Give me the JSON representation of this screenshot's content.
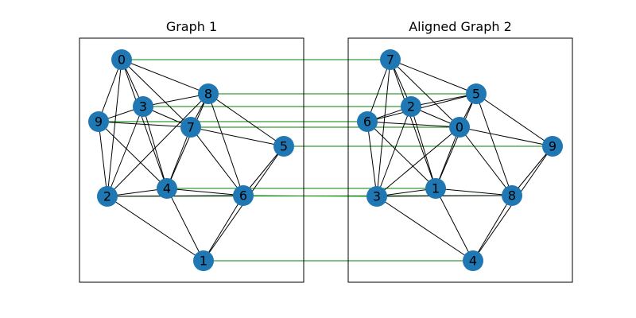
{
  "colors": {
    "node_fill": "#1f77b4",
    "edge": "#000000",
    "alignment": "#008000",
    "frame": "#000000",
    "background": "#ffffff"
  },
  "graphs": [
    {
      "title": "Graph 1",
      "nodes": [
        "0",
        "1",
        "2",
        "3",
        "4",
        "5",
        "6",
        "7",
        "8",
        "9"
      ],
      "edges": [
        [
          "0",
          "9"
        ],
        [
          "0",
          "2"
        ],
        [
          "0",
          "3"
        ],
        [
          "0",
          "7"
        ],
        [
          "0",
          "8"
        ],
        [
          "0",
          "4"
        ],
        [
          "9",
          "3"
        ],
        [
          "9",
          "7"
        ],
        [
          "9",
          "2"
        ],
        [
          "9",
          "4"
        ],
        [
          "3",
          "2"
        ],
        [
          "3",
          "7"
        ],
        [
          "3",
          "4"
        ],
        [
          "3",
          "8"
        ],
        [
          "8",
          "7"
        ],
        [
          "8",
          "2"
        ],
        [
          "8",
          "4"
        ],
        [
          "8",
          "5"
        ],
        [
          "8",
          "6"
        ],
        [
          "7",
          "5"
        ],
        [
          "7",
          "4"
        ],
        [
          "7",
          "6"
        ],
        [
          "5",
          "6"
        ],
        [
          "5",
          "1"
        ],
        [
          "4",
          "2"
        ],
        [
          "4",
          "6"
        ],
        [
          "4",
          "1"
        ],
        [
          "2",
          "6"
        ],
        [
          "2",
          "1"
        ],
        [
          "6",
          "1"
        ]
      ]
    },
    {
      "title": "Aligned Graph 2",
      "nodes": [
        "7",
        "2",
        "5",
        "6",
        "0",
        "9",
        "1",
        "3",
        "8",
        "4"
      ],
      "edges": [
        [
          "7",
          "6"
        ],
        [
          "7",
          "2"
        ],
        [
          "7",
          "5"
        ],
        [
          "7",
          "0"
        ],
        [
          "7",
          "3"
        ],
        [
          "7",
          "1"
        ],
        [
          "2",
          "6"
        ],
        [
          "2",
          "5"
        ],
        [
          "2",
          "0"
        ],
        [
          "2",
          "3"
        ],
        [
          "2",
          "1"
        ],
        [
          "5",
          "6"
        ],
        [
          "5",
          "0"
        ],
        [
          "5",
          "1"
        ],
        [
          "5",
          "9"
        ],
        [
          "5",
          "8"
        ],
        [
          "6",
          "0"
        ],
        [
          "6",
          "3"
        ],
        [
          "6",
          "1"
        ],
        [
          "0",
          "1"
        ],
        [
          "0",
          "8"
        ],
        [
          "0",
          "9"
        ],
        [
          "0",
          "3"
        ],
        [
          "9",
          "8"
        ],
        [
          "9",
          "4"
        ],
        [
          "1",
          "3"
        ],
        [
          "1",
          "8"
        ],
        [
          "1",
          "4"
        ],
        [
          "3",
          "8"
        ],
        [
          "3",
          "4"
        ],
        [
          "8",
          "4"
        ]
      ]
    }
  ],
  "alignment": [
    [
      "0",
      "7"
    ],
    [
      "8",
      "5"
    ],
    [
      "3",
      "2"
    ],
    [
      "9",
      "6"
    ],
    [
      "7",
      "0"
    ],
    [
      "5",
      "9"
    ],
    [
      "4",
      "1"
    ],
    [
      "2",
      "8"
    ],
    [
      "6",
      "3"
    ],
    [
      "1",
      "4"
    ]
  ]
}
